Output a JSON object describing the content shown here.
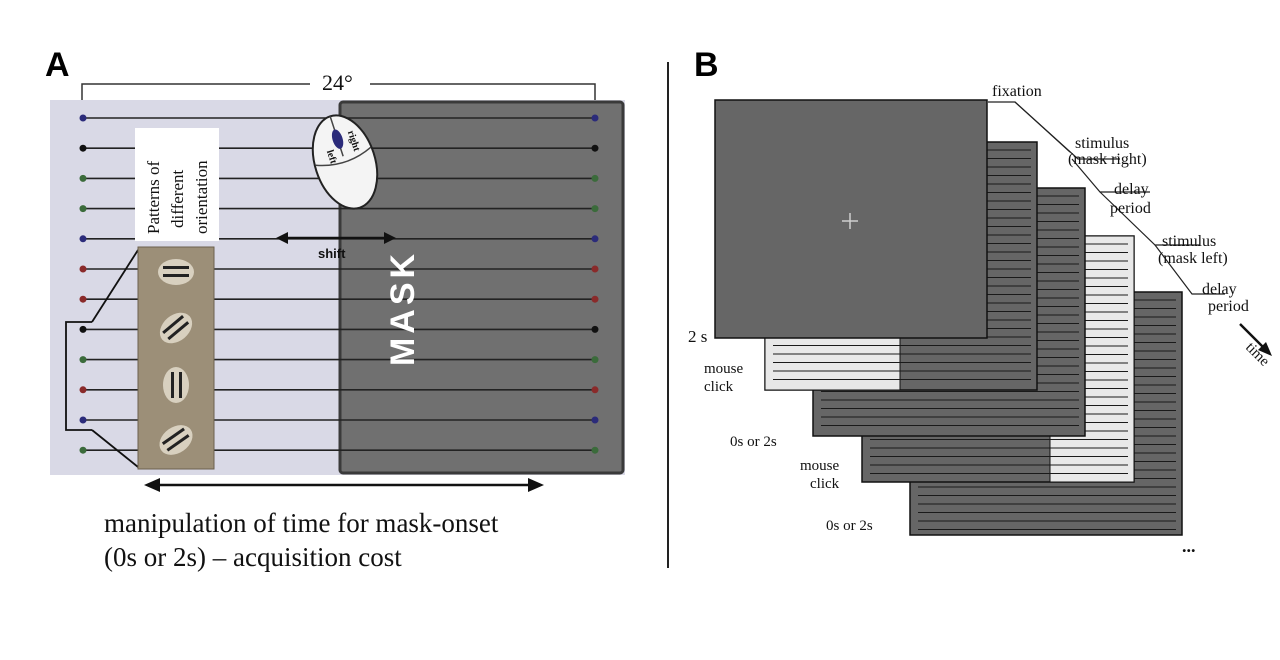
{
  "panel_a": {
    "letter": "A",
    "angle_label": "24°",
    "patterns_label_lines": [
      "Patterns of",
      "different",
      "orientation"
    ],
    "mouse_left": "left",
    "mouse_right": "right",
    "shift_label": "shift",
    "mask_label": "MASK",
    "caption_line1": "manipulation of time for mask-onset",
    "caption_line2": "(0s or 2s) – acquisition cost",
    "dot_colors": [
      "#2b2b7a",
      "#111111",
      "#3b6b3b",
      "#3b6b3b",
      "#2b2b7a",
      "#8a2a2a",
      "#8a2a2a",
      "#111111",
      "#3b6b3b",
      "#8a2a2a",
      "#2b2b7a",
      "#3b6b3b"
    ],
    "colors": {
      "background": "#d9d9e6",
      "mask": "#707070",
      "patch": "#9c8f78"
    }
  },
  "panel_b": {
    "letter": "B",
    "fixation": "fixation",
    "stimulus": "stimulus",
    "mask_right": "(mask right)",
    "delay": "delay",
    "period": "period",
    "mask_left": "(mask left)",
    "time": "time",
    "two_s": "2 s",
    "mouse": "mouse",
    "click": "click",
    "zero_or_two": "0s or 2s",
    "ellipsis": "...",
    "colors": {
      "screen": "#666666",
      "light": "#e8e8e8"
    }
  }
}
